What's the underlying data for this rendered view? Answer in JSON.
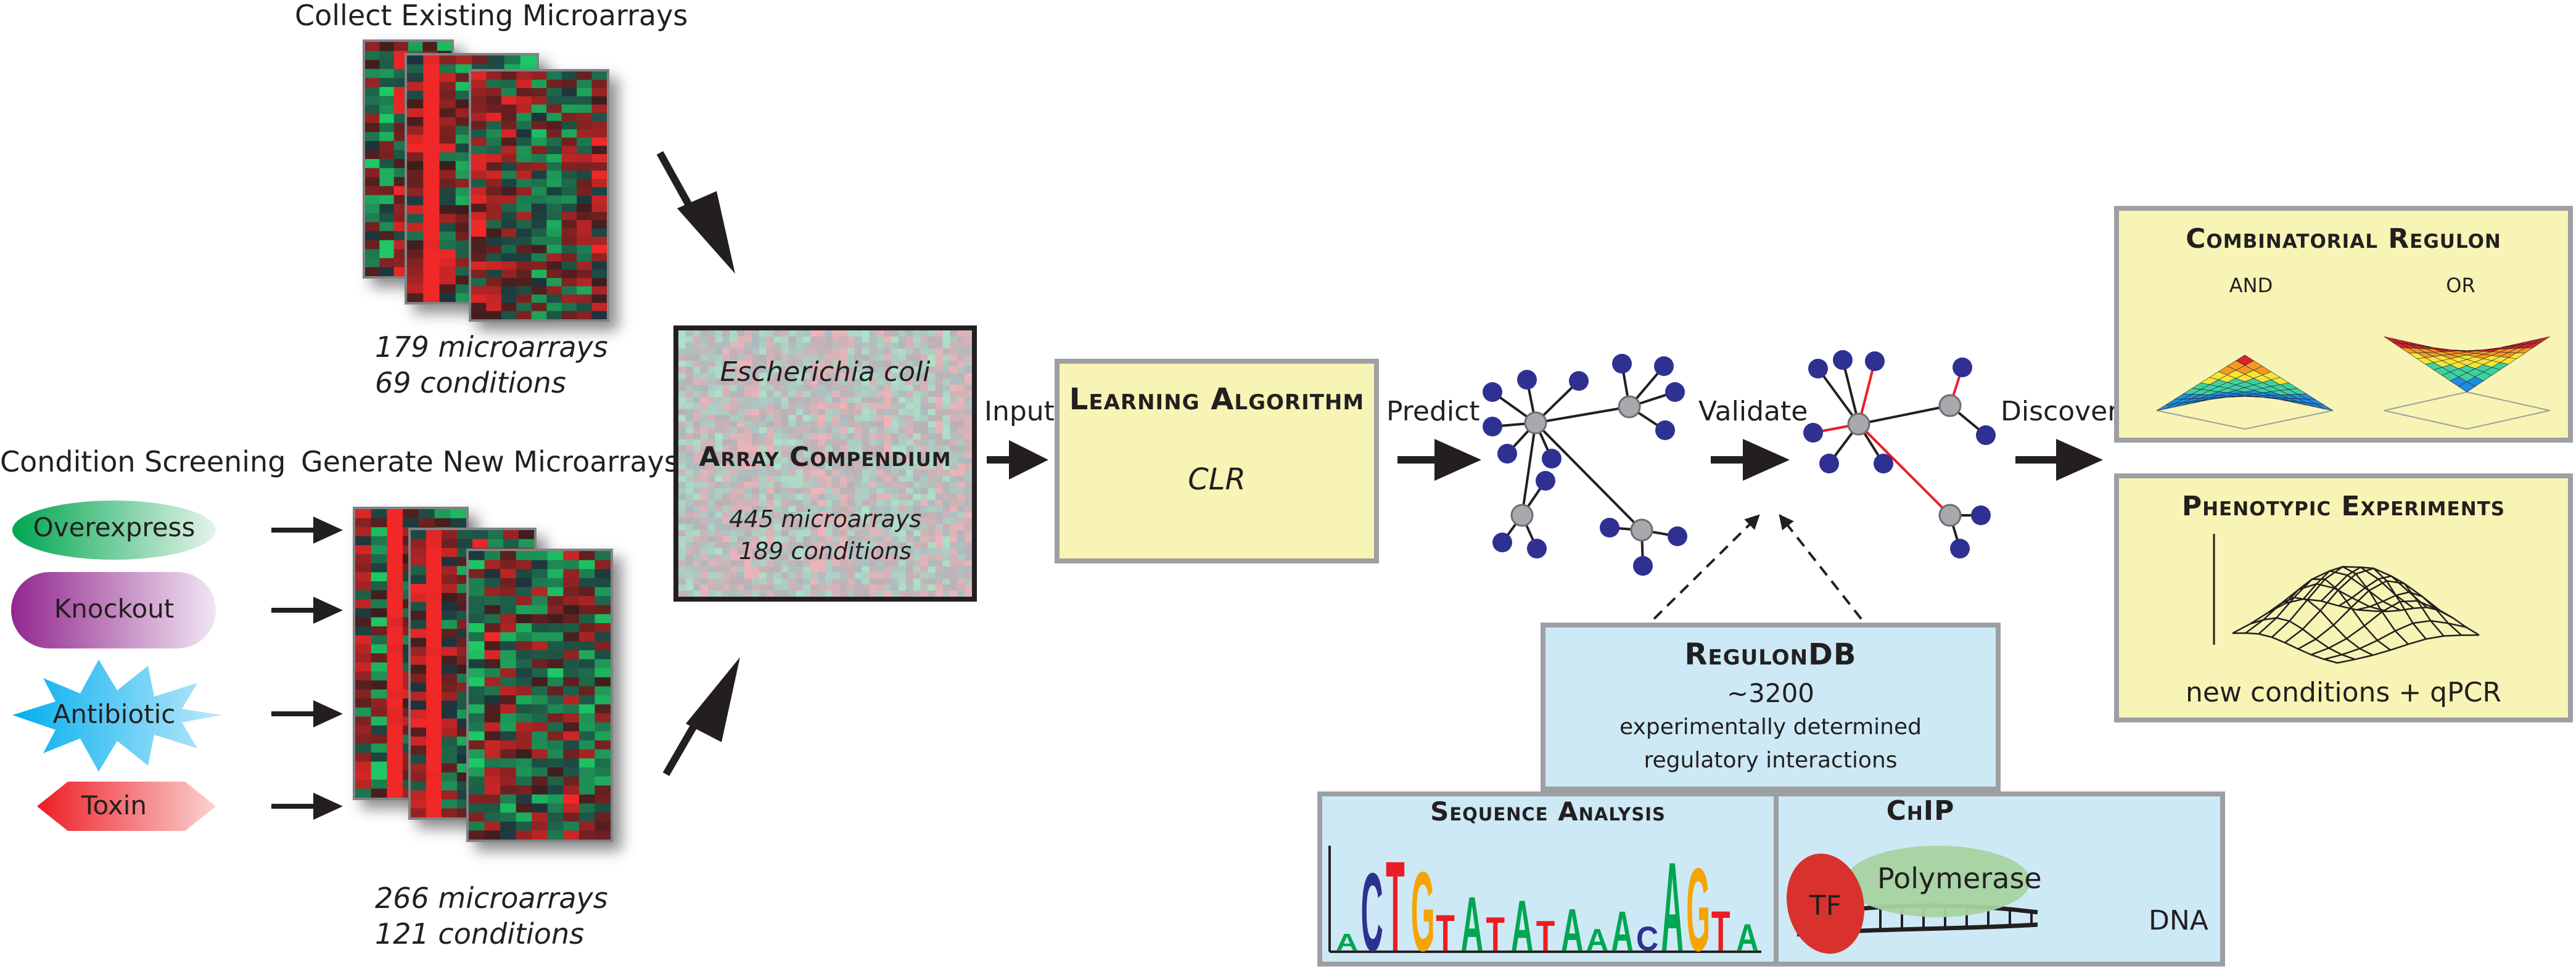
{
  "collect": {
    "title": "Collect Existing Microarrays",
    "line1": "179 microarrays",
    "line2": "69 conditions"
  },
  "screening": {
    "title": "Condition Screening",
    "items": [
      {
        "label": "Overexpress",
        "color": "#22b14c"
      },
      {
        "label": "Knockout",
        "color": "#9b59b6"
      },
      {
        "label": "Antibiotic",
        "color": "#29abe2"
      },
      {
        "label": "Toxin",
        "color": "#e8322b"
      }
    ]
  },
  "generate": {
    "title": "Generate New Microarrays",
    "line1": "266 microarrays",
    "line2": "121 conditions"
  },
  "compendium": {
    "organism": "Escherichia coli",
    "title": "Array Compendium",
    "line1": "445 microarrays",
    "line2": "189 conditions"
  },
  "steps": {
    "input": "Input",
    "predict": "Predict",
    "validate": "Validate",
    "discover": "Discover"
  },
  "learning": {
    "title": "Learning Algorithm",
    "method": "CLR"
  },
  "regulondb": {
    "title": "RegulonDB",
    "count": "~3200",
    "line1": "experimentally determined",
    "line2": "regulatory interactions"
  },
  "sequence": {
    "title": "Sequence Analysis",
    "logo_letters": [
      "A",
      "C",
      "T",
      "G",
      "T",
      "A",
      "T",
      "A",
      "T",
      "A",
      "A",
      "A",
      "C",
      "A",
      "G",
      "T",
      "A"
    ]
  },
  "chip": {
    "title": "ChIP",
    "tf": "TF",
    "polymerase": "Polymerase",
    "dna": "DNA"
  },
  "combinatorial": {
    "title": "Combinatorial Regulon",
    "and_label": "AND",
    "or_label": "OR"
  },
  "phenotypic": {
    "title": "Phenotypic Experiments",
    "caption": "new conditions + qPCR"
  },
  "colors": {
    "arrow": "#231f20",
    "yellow_box": "#f7f4b5",
    "blue_box": "#cde9f6",
    "box_border": "#9d9fa2",
    "node_blue": "#2e3192",
    "node_gray": "#a7a9ac",
    "edge_red": "#ed1c24"
  }
}
